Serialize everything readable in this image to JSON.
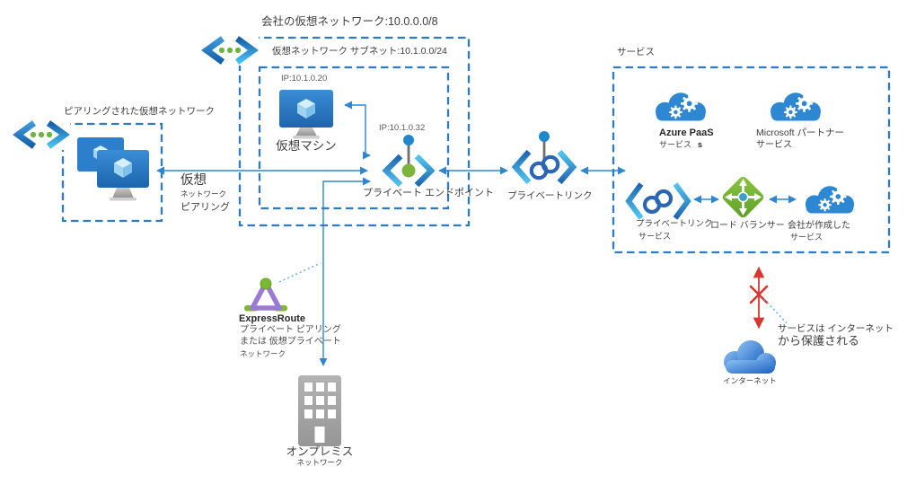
{
  "colors": {
    "accent_blue": "#2e86d1",
    "dashed_box_blue": "#2f7bc3",
    "icon_green": "#7cb832",
    "alert_red": "#d8362e",
    "expressroute_purple": "#9b7ad6",
    "onprem_gray": "#a3a3a3",
    "cloud_blue": "#2e87d3",
    "dotted_light_blue": "#62b0e8"
  },
  "company_vnet": {
    "title": "会社の仮想ネットワーク:10.0.0.0/8",
    "subnet_label": "仮想ネットワーク サブネット:10.1.0.0/24"
  },
  "vm": {
    "ip": "IP:10.1.0.20",
    "label": "仮想マシン"
  },
  "private_endpoint": {
    "ip": "IP:10.1.0.32",
    "label": "プライベート エンドポイント"
  },
  "peered_network": {
    "title": "ピアリングされた仮想ネットワーク",
    "peering_line1": "仮想",
    "peering_line2": "ネットワーク",
    "peering_line3": "ピアリング"
  },
  "private_link": {
    "label": "プライベートリンク"
  },
  "services": {
    "title": "サービス",
    "azure_paas": {
      "name": "Azure PaaS",
      "sub": "サービス",
      "sub_suffix": "s"
    },
    "partner": {
      "name": "Microsoft パートナー",
      "sub": "サービス"
    },
    "private_link_service": {
      "name": "プライベートリンク",
      "sub": "サービス"
    },
    "load_balancer": {
      "name": "ロード バランサー"
    },
    "company_service": {
      "name": "会社が作成した",
      "sub": "サービス"
    }
  },
  "expressroute": {
    "name": "ExpressRoute",
    "line1": "プライベート ピアリング",
    "line2": "または 仮想プライベート",
    "line3": "ネットワーク"
  },
  "onpremises": {
    "name": "オンプレミス",
    "sub": "ネットワーク"
  },
  "internet": {
    "label": "インターネット",
    "note_line1": "サービスは インターネット",
    "note_line2": "から保護される"
  }
}
